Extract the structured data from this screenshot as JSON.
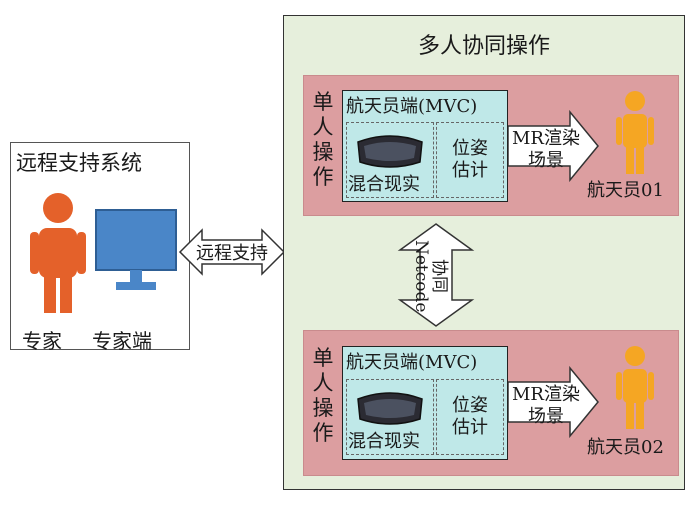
{
  "left": {
    "title": "远程支持系统",
    "expert_label": "专家",
    "client_label": "专家端",
    "arrow_label": "远程支持"
  },
  "right": {
    "title": "多人协同操作",
    "sync_label": "协同\nNetcode",
    "panels": [
      {
        "op_label": "单人操作",
        "mvc_title": "航天员端(MVC)",
        "mixed_reality": "混合现实",
        "pose_estimation": "位姿估计",
        "render_label": "MR渲染场景",
        "astronaut": "航天员01"
      },
      {
        "op_label": "单人操作",
        "mvc_title": "航天员端(MVC)",
        "mixed_reality": "混合现实",
        "pose_estimation": "位姿估计",
        "render_label": "MR渲染场景",
        "astronaut": "航天员02"
      }
    ]
  },
  "colors": {
    "expert_orange": "#e4612a",
    "monitor_blue": "#4a86c8",
    "astronaut_yellow": "#f5a623",
    "panel_pink": "#dc9ea0",
    "mvc_cyan": "#bfe8e8",
    "outer_green": "#e6efdc"
  }
}
